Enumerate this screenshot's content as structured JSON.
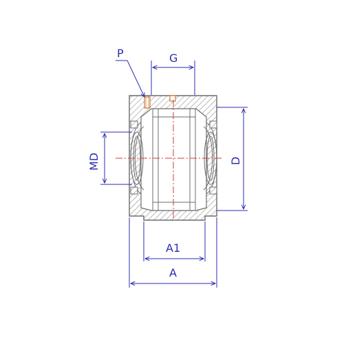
{
  "labels": {
    "p": "P",
    "g": "G",
    "md": "MD",
    "d": "D",
    "a1": "A1",
    "a": "A"
  },
  "colors": {
    "outline": "#6b6b6b",
    "hatch": "#8f8f8f",
    "dimension": "#2b2bb0",
    "centerline": "#d23a3a",
    "port": "#cc7a3a"
  }
}
